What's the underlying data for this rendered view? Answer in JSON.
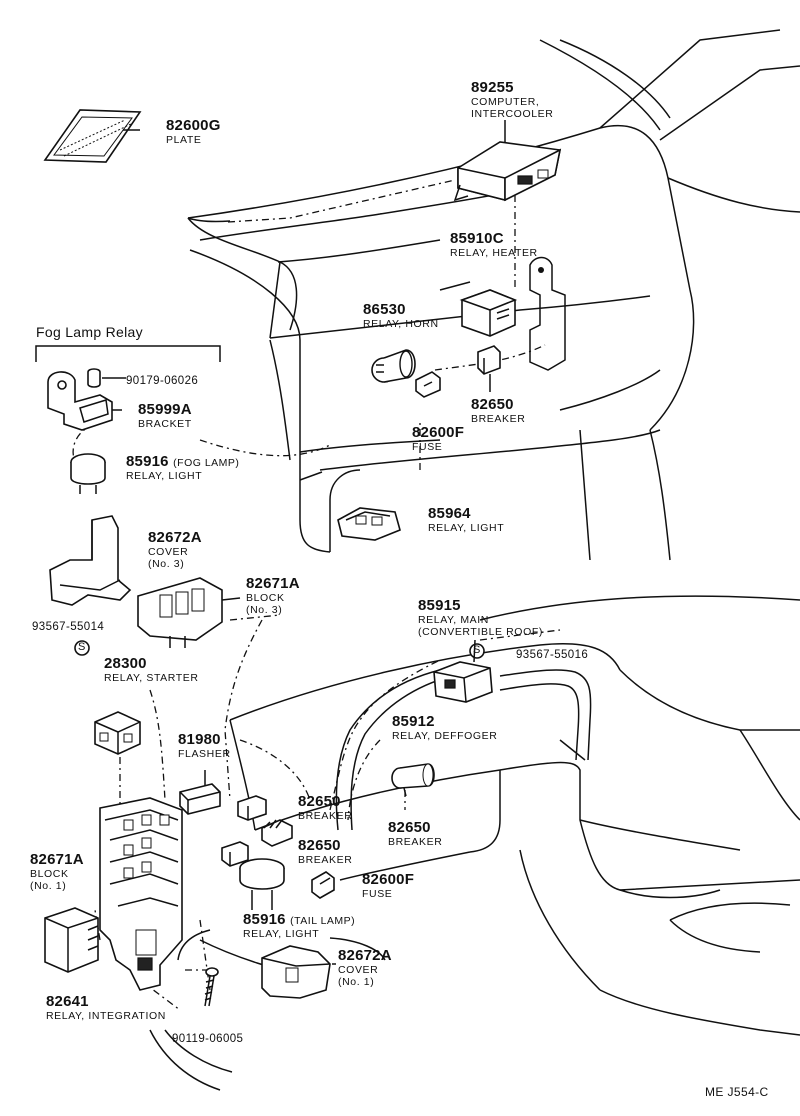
{
  "section_title": "Fog Lamp Relay",
  "diagram_code": "ME  J554-C",
  "parts": [
    {
      "id": "p89255",
      "number": "89255",
      "desc": [
        "COMPUTER,",
        "INTERCOOLER"
      ]
    },
    {
      "id": "p82600G",
      "number": "82600G",
      "desc": [
        "PLATE"
      ]
    },
    {
      "id": "p85910C",
      "number": "85910C",
      "desc": [
        "RELAY, HEATER"
      ]
    },
    {
      "id": "p86530",
      "number": "86530",
      "desc": [
        "RELAY, HORN"
      ]
    },
    {
      "id": "p82650a",
      "number": "82650",
      "desc": [
        "BREAKER"
      ]
    },
    {
      "id": "p82600Fa",
      "number": "82600F",
      "desc": [
        "FUSE"
      ]
    },
    {
      "id": "p90179",
      "number": "90179-06026",
      "desc": []
    },
    {
      "id": "p85999A",
      "number": "85999A",
      "desc": [
        "BRACKET"
      ]
    },
    {
      "id": "p85916a",
      "number": "85916",
      "note": "(FOG LAMP)",
      "desc": [
        "RELAY, LIGHT"
      ]
    },
    {
      "id": "p85964",
      "number": "85964",
      "desc": [
        "RELAY, LIGHT"
      ]
    },
    {
      "id": "p82672Aa",
      "number": "82672A",
      "desc": [
        "COVER",
        "(No. 3)"
      ]
    },
    {
      "id": "p82671Aa",
      "number": "82671A",
      "desc": [
        "BLOCK",
        "(No. 3)"
      ]
    },
    {
      "id": "p93567a",
      "number": "93567-55014",
      "desc": []
    },
    {
      "id": "p85915",
      "number": "85915",
      "desc": [
        "RELAY, MAIN",
        "(CONVERTIBLE ROOF)"
      ]
    },
    {
      "id": "p93567b",
      "number": "93567-55016",
      "desc": []
    },
    {
      "id": "p28300",
      "number": "28300",
      "desc": [
        "RELAY, STARTER"
      ]
    },
    {
      "id": "p85912",
      "number": "85912",
      "desc": [
        "RELAY, DEFFOGER"
      ]
    },
    {
      "id": "p81980",
      "number": "81980",
      "desc": [
        "FLASHER"
      ]
    },
    {
      "id": "p82650b",
      "number": "82650",
      "desc": [
        "BREAKER"
      ]
    },
    {
      "id": "p82650c",
      "number": "82650",
      "desc": [
        "BREAKER"
      ]
    },
    {
      "id": "p82650d",
      "number": "82650",
      "desc": [
        "BREAKER"
      ]
    },
    {
      "id": "p82671Ab",
      "number": "82671A",
      "desc": [
        "BLOCK",
        "(No. 1)"
      ]
    },
    {
      "id": "p82600Fb",
      "number": "82600F",
      "desc": [
        "FUSE"
      ]
    },
    {
      "id": "p85916b",
      "number": "85916",
      "note": "(TAIL LAMP)",
      "desc": [
        "RELAY, LIGHT"
      ]
    },
    {
      "id": "p82641",
      "number": "82641",
      "desc": [
        "RELAY, INTEGRATION"
      ]
    },
    {
      "id": "p82672Ab",
      "number": "82672A",
      "desc": [
        "COVER",
        "(No. 1)"
      ]
    },
    {
      "id": "p90119",
      "number": "90119-06005",
      "desc": []
    }
  ],
  "symbols": {
    "screw_mark": "S"
  }
}
